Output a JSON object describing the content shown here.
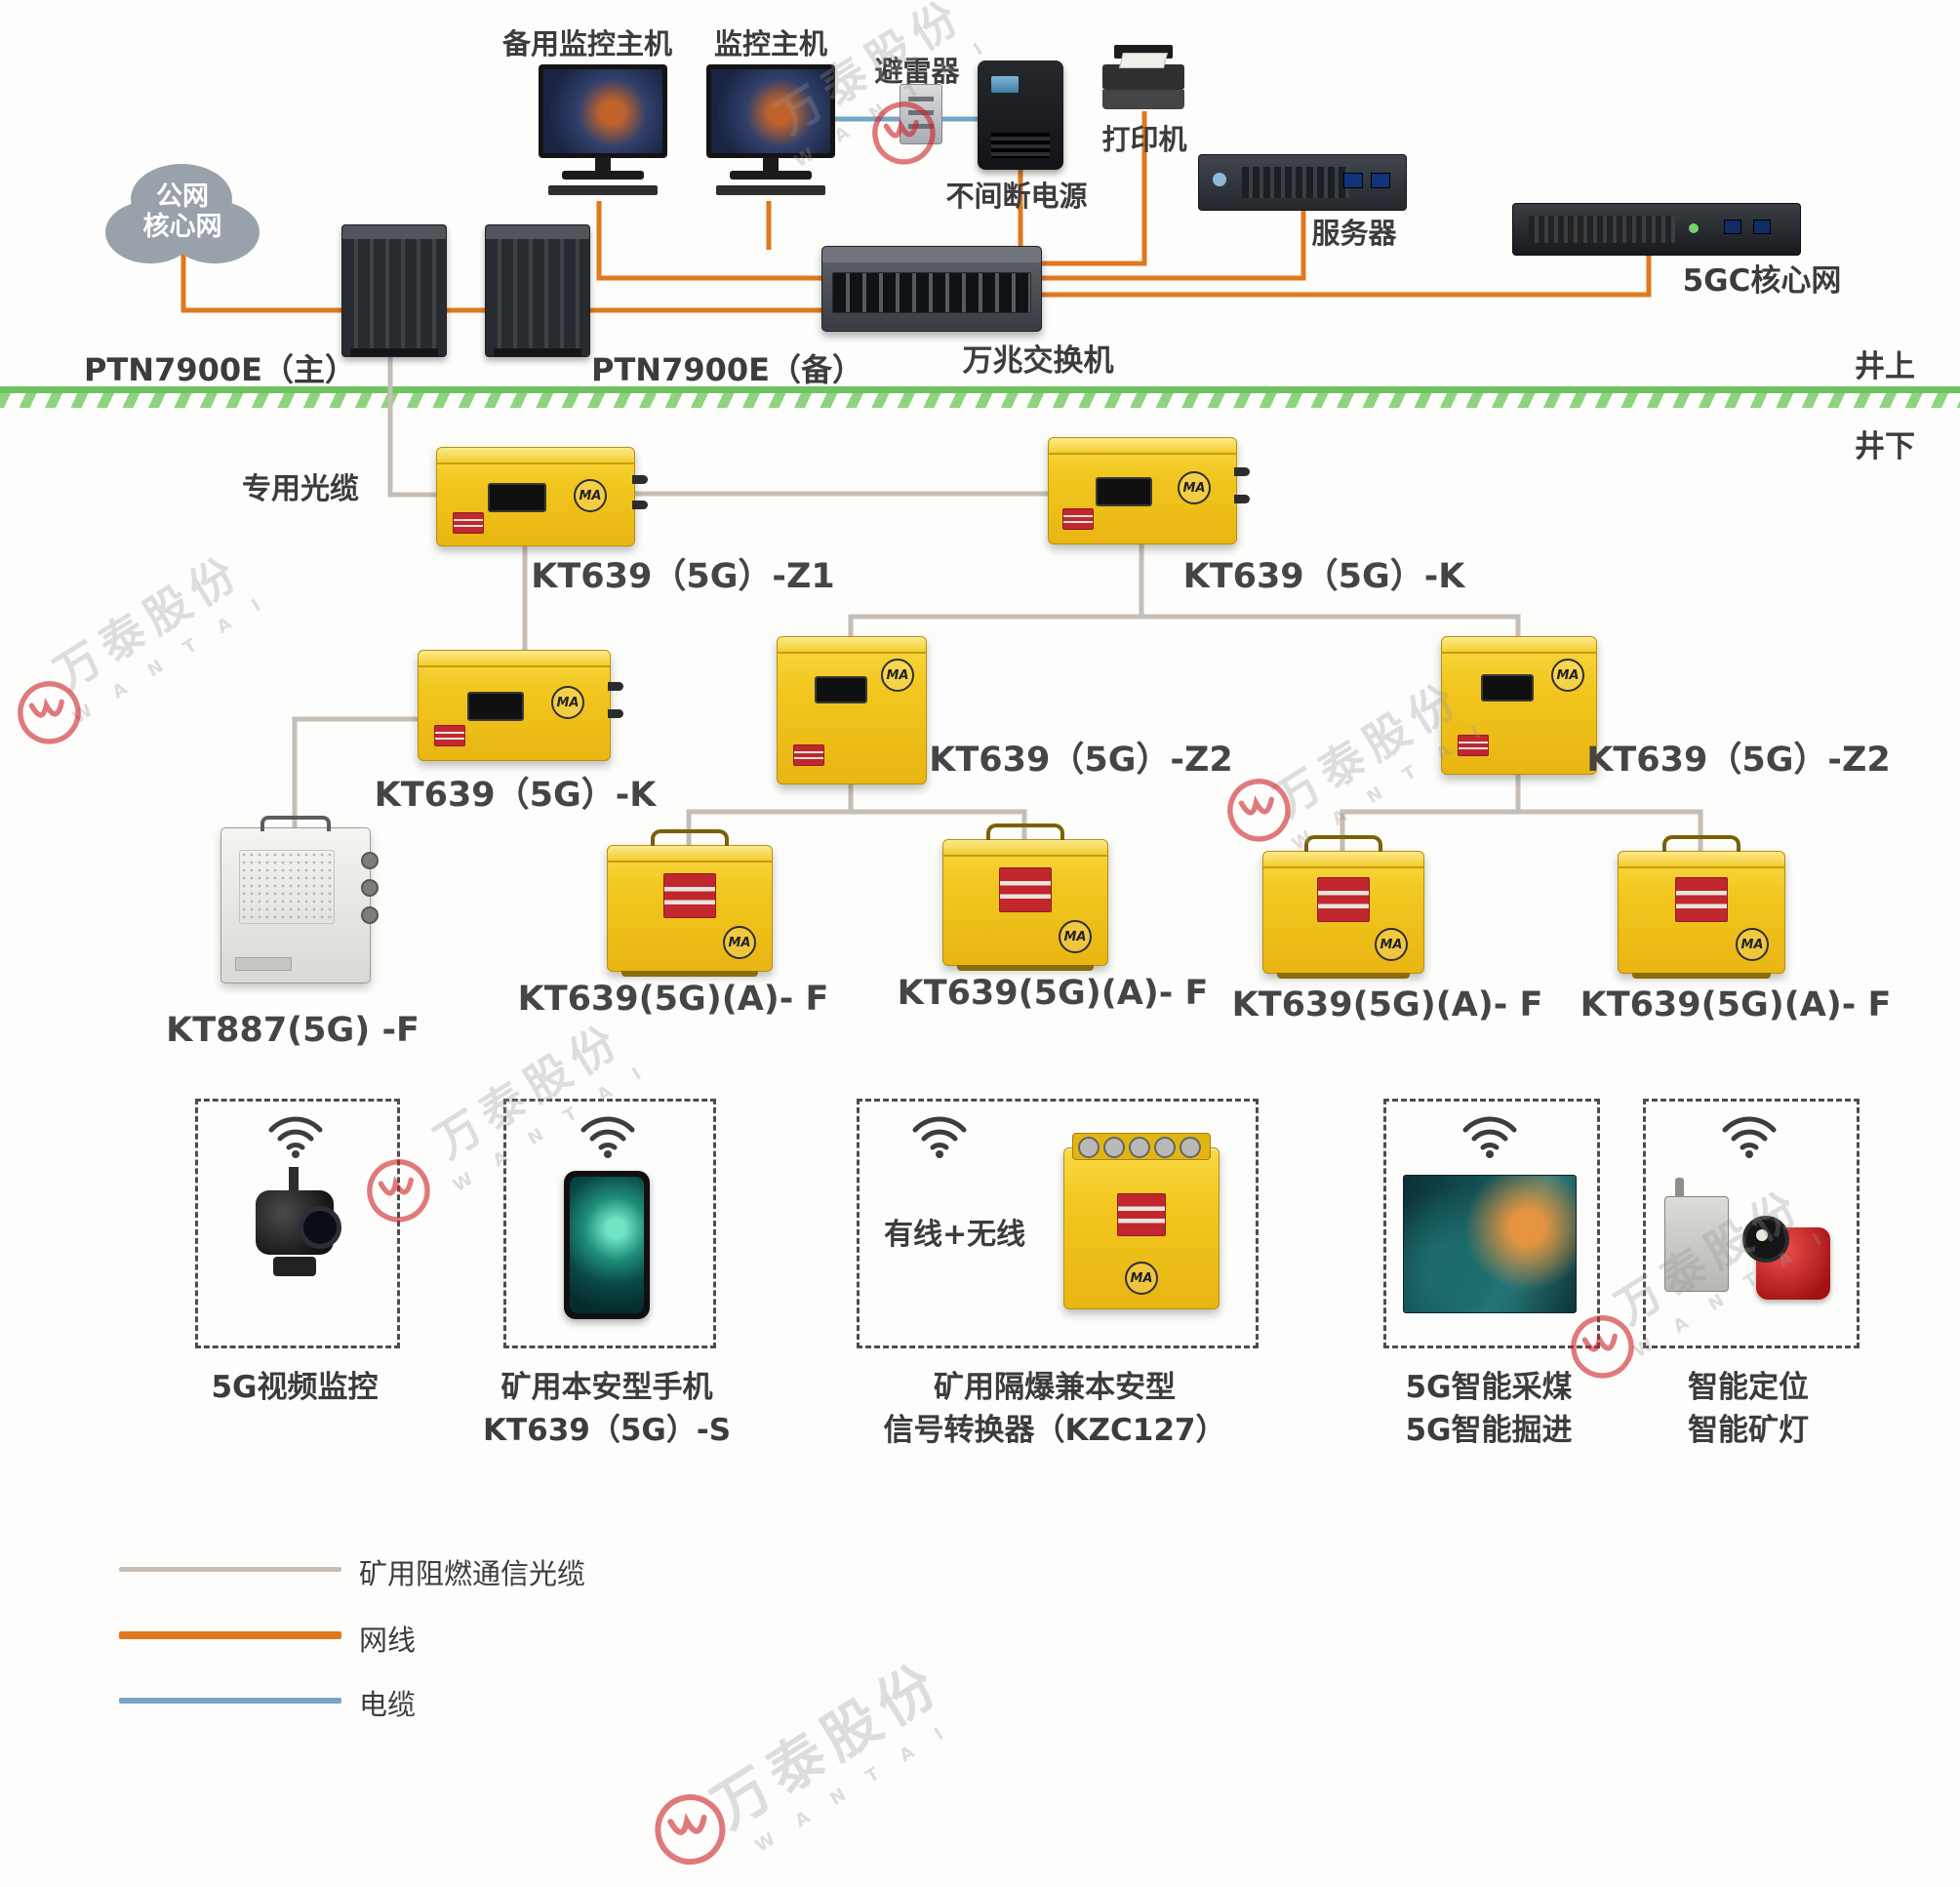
{
  "colors": {
    "ethernet": "#e0791e",
    "cable": "#76a5c6",
    "fiber": "#c6beb5",
    "ground": "#6fc361",
    "tag-red": "#c1272d"
  },
  "surface": {
    "cloud_line1": "公网",
    "cloud_line2": "核心网",
    "backup_monitor": "备用监控主机",
    "monitor": "监控主机",
    "arrester": "避雷器",
    "ups": "不间断电源",
    "printer": "打印机",
    "server": "服务器",
    "core5g": "5GC核心网",
    "ptn_main": "PTN7900E（主）",
    "ptn_backup": "PTN7900E（备）",
    "switch10g": "万兆交换机",
    "zone_up": "井上",
    "zone_down": "井下"
  },
  "underground": {
    "fiber_label": "专用光缆",
    "z1": "KT639（5G）-Z1",
    "k_top": "KT639（5G）-K",
    "k_left": "KT639（5G）-K",
    "z2_mid": "KT639（5G）-Z2",
    "z2_right": "KT639（5G）-Z2",
    "kt887": "KT887(5G) -F",
    "af1": "KT639(5G)(A)- F",
    "af2": "KT639(5G)(A)- F",
    "af3": "KT639(5G)(A)- F",
    "af4": "KT639(5G)(A)- F",
    "ma": "MA"
  },
  "terminals": [
    {
      "lines": [
        "5G视频监控"
      ]
    },
    {
      "lines": [
        "矿用本安型手机",
        "KT639（5G）-S"
      ]
    },
    {
      "badge": "有线+无线",
      "lines": [
        "矿用隔爆兼本安型",
        "信号转换器（KZC127）"
      ]
    },
    {
      "lines": [
        "5G智能采煤",
        "5G智能掘进"
      ]
    },
    {
      "lines": [
        "智能定位",
        "智能矿灯"
      ]
    }
  ],
  "legend": [
    {
      "label": "矿用阻燃通信光缆",
      "type": "fiber"
    },
    {
      "label": "网线",
      "type": "ethernet"
    },
    {
      "label": "电缆",
      "type": "cable"
    }
  ],
  "watermark": {
    "cn": "万泰股份",
    "en": "W A N T A I"
  }
}
